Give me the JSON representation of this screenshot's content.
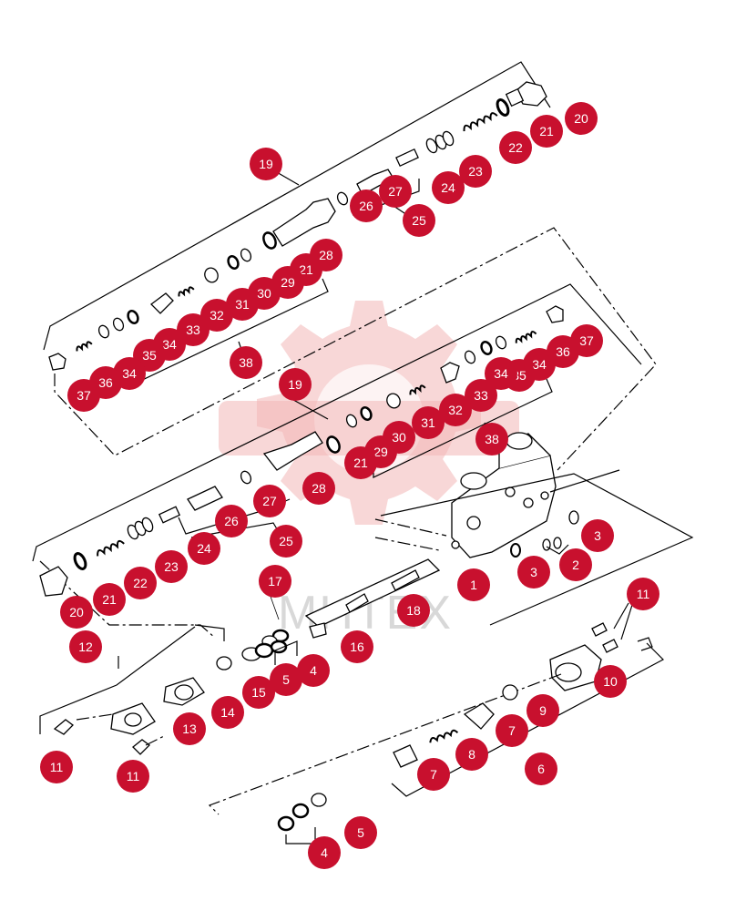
{
  "watermark": {
    "text": "МНТЕХ",
    "color": "#f3b7b7"
  },
  "colors": {
    "callout": "#c8102e",
    "callout_text": "#ffffff",
    "line": "#000000"
  },
  "callouts": [
    "20",
    "21",
    "22",
    "23",
    "24",
    "27",
    "26",
    "25",
    "19",
    "28",
    "21",
    "29",
    "30",
    "31",
    "32",
    "33",
    "34",
    "35",
    "34",
    "36",
    "37",
    "38",
    "37",
    "36",
    "34",
    "35",
    "34",
    "33",
    "32",
    "31",
    "30",
    "29",
    "21",
    "19",
    "38",
    "28",
    "27",
    "26",
    "25",
    "24",
    "23",
    "22",
    "21",
    "20",
    "1",
    "3",
    "2",
    "3",
    "17",
    "18",
    "16",
    "4",
    "5",
    "15",
    "14",
    "12",
    "13",
    "11",
    "11",
    "11",
    "10",
    "9",
    "7",
    "8",
    "7",
    "6",
    "5",
    "4"
  ]
}
